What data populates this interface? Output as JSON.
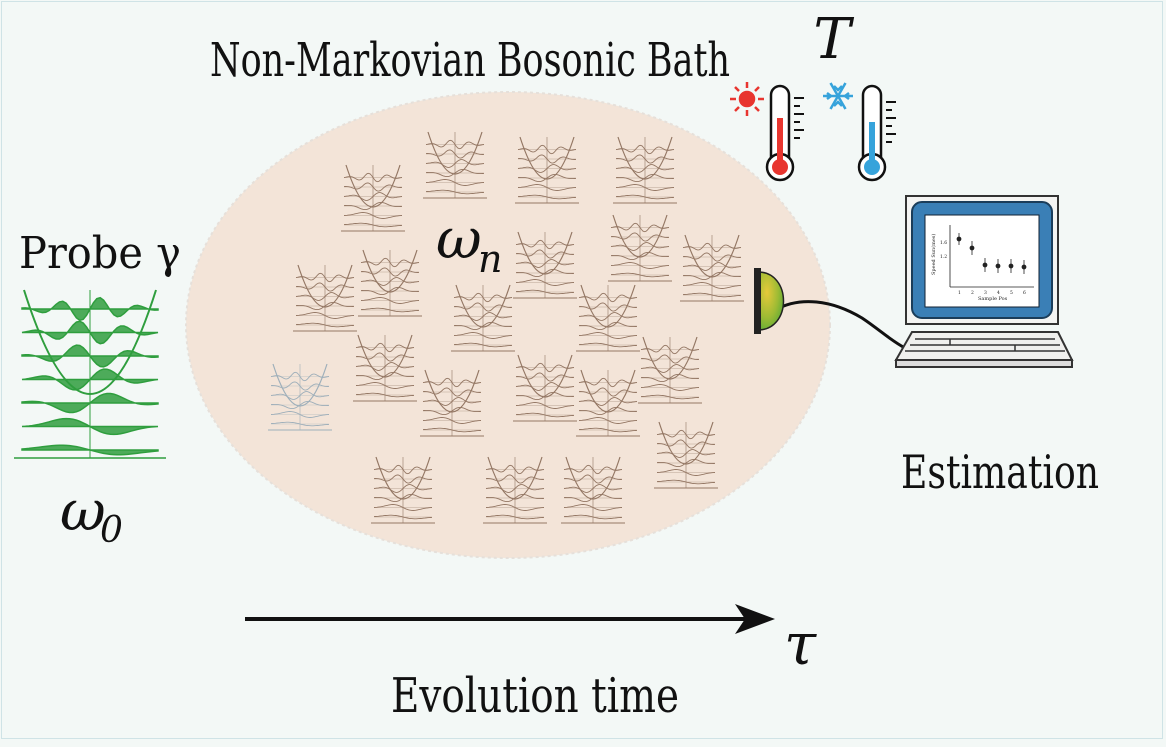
{
  "title": "Non-Markovian Bosonic Bath",
  "temperature_symbol": "T",
  "probe_label": "Probe γ",
  "probe_frequency": "ω",
  "probe_frequency_sub": "0",
  "bath_frequency": "ω",
  "bath_frequency_sub": "n",
  "estimation_label": "Estimation",
  "time_axis_label": "Evolution time",
  "time_symbol": "τ",
  "screen_plot": {
    "ylabel": "Speed Sun(mes)",
    "xlabel": "Sample Pos",
    "y_ticks": [
      "1.6",
      "1.2"
    ],
    "x_ticks": [
      "1",
      "2",
      "3",
      "4",
      "5",
      "6"
    ]
  },
  "colors": {
    "background": "#f3f8f6",
    "bath_fill": "#f3e4d8",
    "probe_green": "#2f9e3e",
    "oscillator_brown": "#8a6c58",
    "hot": "#e8352f",
    "cold": "#36a3db",
    "monitor_blue": "#3a7fb6",
    "detector_green": "#6ab33d",
    "detector_yellow": "#e0c43a"
  }
}
